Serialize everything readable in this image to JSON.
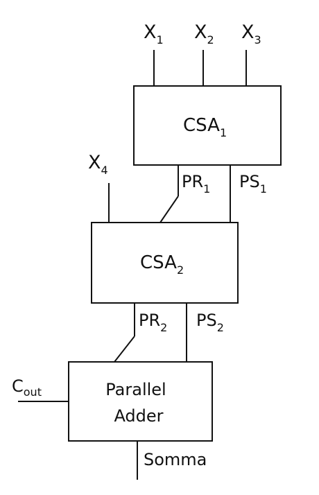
{
  "inputs": {
    "x1": {
      "base": "X",
      "sub": "1"
    },
    "x2": {
      "base": "X",
      "sub": "2"
    },
    "x3": {
      "base": "X",
      "sub": "3"
    },
    "x4": {
      "base": "X",
      "sub": "4"
    }
  },
  "csa1": {
    "base": "CSA",
    "sub": "1",
    "pr_base": "PR",
    "pr_sub": "1",
    "ps_base": "PS",
    "ps_sub": "1"
  },
  "csa2": {
    "base": "CSA",
    "sub": "2",
    "pr_base": "PR",
    "pr_sub": "2",
    "ps_base": "PS",
    "ps_sub": "2"
  },
  "adder": {
    "line1": "Parallel",
    "line2": "Adder"
  },
  "cout": {
    "base": "C",
    "sub": "out"
  },
  "output": {
    "label": "Somma"
  }
}
